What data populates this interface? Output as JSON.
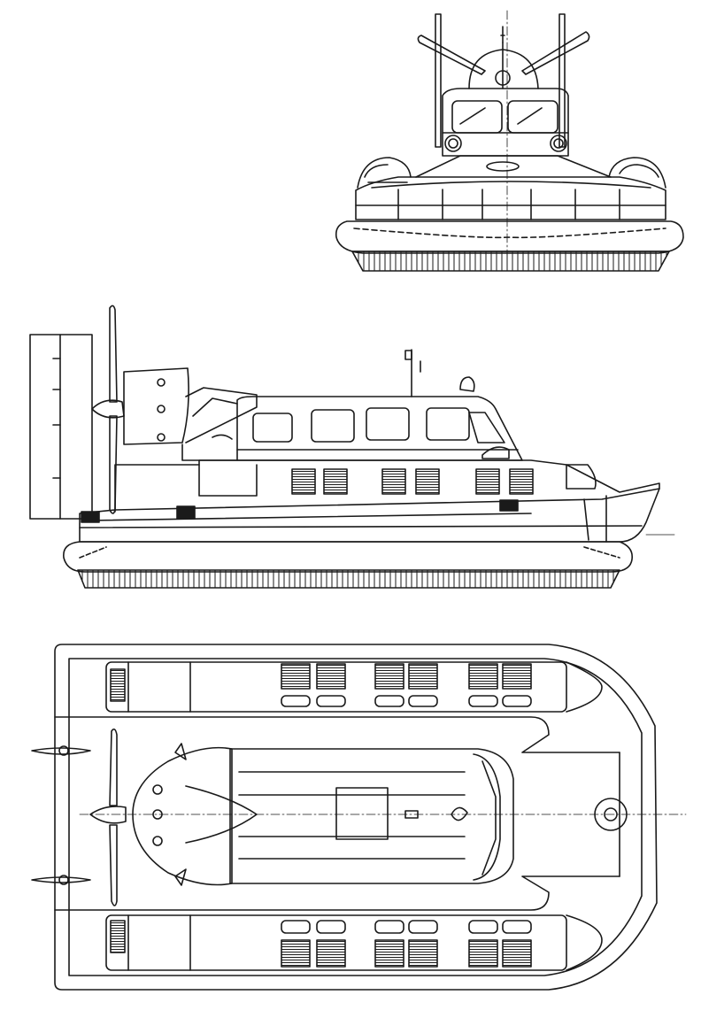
{
  "drawing": {
    "views": [
      "front-view",
      "side-view",
      "top-view"
    ],
    "line_color": "#1a1a1a",
    "paper_color": "#ffffff"
  }
}
